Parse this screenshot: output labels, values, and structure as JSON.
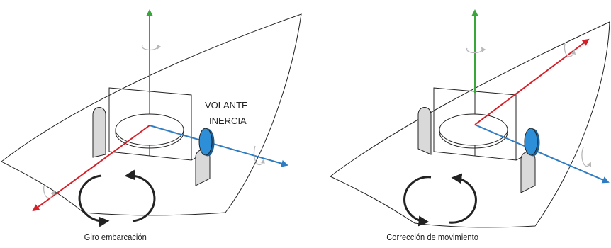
{
  "colors": {
    "outline": "#222222",
    "z_axis": "#3aa53a",
    "x_axis": "#d62029",
    "y_axis": "#2f7cc2",
    "flywheel": "#2e8fd9",
    "flywheel_dark": "#1c5d93",
    "support_fill": "#d9d9d9",
    "rotation_hint": "#b8b8b8"
  },
  "icons": {
    "rotation": "curved-arrow-pair-icon",
    "axis_spin": "axis-rotation-icon",
    "flywheel": "flywheel-disc-icon"
  },
  "panels": [
    {
      "id": "left",
      "caption": "Giro embarcación",
      "label_line1": "VOLANTE",
      "label_line2": "INERCIA"
    },
    {
      "id": "right",
      "caption": "Corrección de movimiento"
    }
  ]
}
